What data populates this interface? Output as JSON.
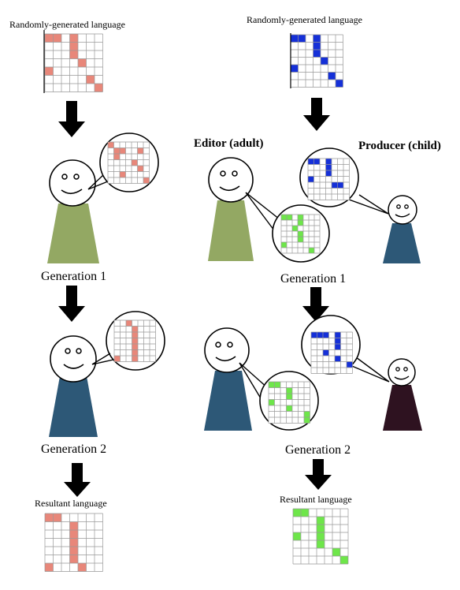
{
  "colors": {
    "red_cell": "#e8877a",
    "blue_cell": "#1530d8",
    "green_cell": "#6ee64a",
    "olive_body": "#93a863",
    "blue_body": "#2d5877",
    "maroon_body": "#2e1220",
    "grid_line": "#999999",
    "arrow": "#000000"
  },
  "left": {
    "top_caption": "Randomly-generated language",
    "generation1_label": "Generation 1",
    "generation2_label": "Generation 2",
    "bottom_caption": "Resultant language",
    "grids": {
      "initial": [
        [
          0,
          0
        ],
        [
          0,
          1
        ],
        [
          0,
          3
        ],
        [
          1,
          3
        ],
        [
          2,
          3
        ],
        [
          3,
          4
        ],
        [
          4,
          0
        ],
        [
          5,
          5
        ],
        [
          6,
          6
        ]
      ],
      "gen1_bubble": [
        [
          0,
          0
        ],
        [
          1,
          1
        ],
        [
          1,
          2
        ],
        [
          1,
          5
        ],
        [
          2,
          1
        ],
        [
          3,
          4
        ],
        [
          4,
          5
        ],
        [
          5,
          2
        ],
        [
          6,
          6
        ]
      ],
      "gen2_bubble": [
        [
          0,
          2
        ],
        [
          1,
          3
        ],
        [
          2,
          3
        ],
        [
          3,
          3
        ],
        [
          4,
          3
        ],
        [
          5,
          3
        ],
        [
          6,
          0
        ],
        [
          6,
          3
        ]
      ],
      "resultant": [
        [
          0,
          0
        ],
        [
          0,
          1
        ],
        [
          1,
          3
        ],
        [
          2,
          3
        ],
        [
          3,
          3
        ],
        [
          4,
          3
        ],
        [
          5,
          3
        ],
        [
          6,
          0
        ],
        [
          6,
          4
        ]
      ]
    }
  },
  "right": {
    "top_caption": "Randomly-generated language",
    "editor_label": "Editor (adult)",
    "producer_label": "Producer (child)",
    "generation1_label": "Generation 1",
    "generation2_label": "Generation 2",
    "bottom_caption": "Resultant language",
    "grids": {
      "initial": [
        [
          0,
          0
        ],
        [
          0,
          1
        ],
        [
          0,
          3
        ],
        [
          1,
          3
        ],
        [
          2,
          3
        ],
        [
          3,
          4
        ],
        [
          4,
          0
        ],
        [
          5,
          5
        ],
        [
          6,
          6
        ]
      ],
      "gen1_producer": [
        [
          0,
          0
        ],
        [
          0,
          1
        ],
        [
          0,
          3
        ],
        [
          1,
          3
        ],
        [
          2,
          3
        ],
        [
          3,
          0
        ],
        [
          4,
          4
        ],
        [
          4,
          5
        ]
      ],
      "gen1_editor": [
        [
          0,
          0
        ],
        [
          0,
          1
        ],
        [
          0,
          3
        ],
        [
          1,
          3
        ],
        [
          2,
          2
        ],
        [
          3,
          3
        ],
        [
          4,
          3
        ],
        [
          5,
          0
        ],
        [
          6,
          5
        ]
      ],
      "gen2_producer": [
        [
          0,
          0
        ],
        [
          0,
          1
        ],
        [
          0,
          2
        ],
        [
          0,
          4
        ],
        [
          1,
          4
        ],
        [
          2,
          4
        ],
        [
          3,
          2
        ],
        [
          4,
          4
        ],
        [
          5,
          6
        ]
      ],
      "gen2_editor": [
        [
          0,
          0
        ],
        [
          0,
          1
        ],
        [
          1,
          3
        ],
        [
          2,
          3
        ],
        [
          3,
          0
        ],
        [
          4,
          3
        ],
        [
          5,
          6
        ],
        [
          6,
          6
        ]
      ],
      "resultant": [
        [
          0,
          0
        ],
        [
          0,
          1
        ],
        [
          1,
          3
        ],
        [
          2,
          3
        ],
        [
          3,
          0
        ],
        [
          3,
          3
        ],
        [
          4,
          3
        ],
        [
          5,
          5
        ],
        [
          6,
          6
        ]
      ]
    }
  }
}
